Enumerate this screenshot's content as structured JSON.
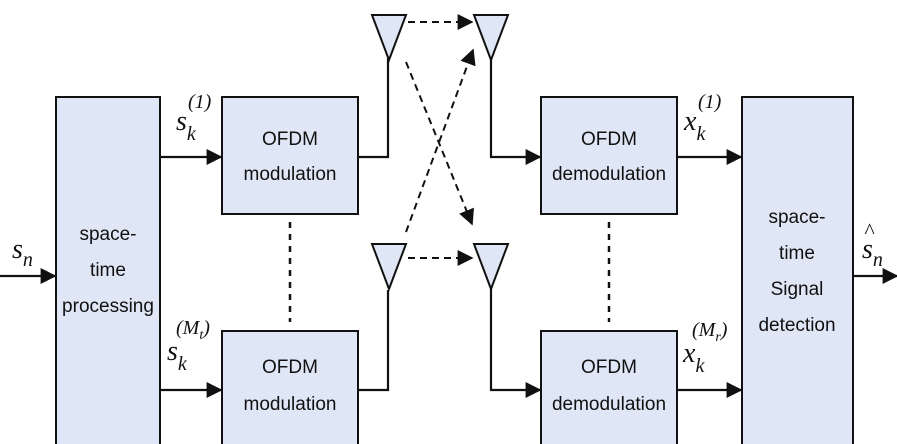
{
  "blocks": {
    "stp": [
      "space-",
      "time",
      "processing"
    ],
    "mod_top": [
      "OFDM",
      "modulation"
    ],
    "mod_bot": [
      "OFDM",
      "modulation"
    ],
    "demod_top": [
      "OFDM",
      "demodulation"
    ],
    "demod_bot": [
      "OFDM",
      "demodulation"
    ],
    "std": [
      "space-",
      "time",
      "Signal",
      "detection"
    ]
  },
  "symbols": {
    "input": {
      "base": "s",
      "sub": "n"
    },
    "output": {
      "base": "s",
      "accent": "^",
      "sub": "n"
    },
    "tx_top": {
      "base": "s",
      "sub": "k",
      "sup": "(1)"
    },
    "tx_bot": {
      "base": "s",
      "sub": "k",
      "sup_open": "(",
      "sup_var": "M",
      "sup_sub": "t",
      "sup_close": ")"
    },
    "rx_top": {
      "base": "x",
      "sub": "k",
      "sup": "(1)"
    },
    "rx_bot": {
      "base": "x",
      "sub": "k",
      "sup_open": "(",
      "sup_var": "M",
      "sup_sub": "r",
      "sup_close": ")"
    }
  }
}
